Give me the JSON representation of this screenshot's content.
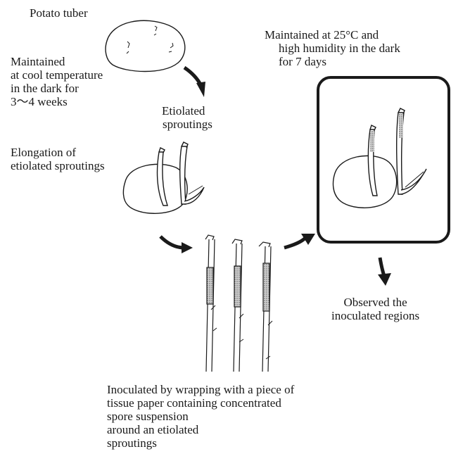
{
  "labels": {
    "potato_tuber": "Potato tuber",
    "cool_storage": [
      "Maintained",
      "at cool temperature",
      "in the dark for",
      "3〜4 weeks"
    ],
    "etiolated_sproutings": [
      "Etiolated",
      "sproutings"
    ],
    "elongation": [
      "Elongation of",
      "etiolated sproutings"
    ],
    "incubation": [
      "Maintained at 25°C and",
      "high humidity in the dark",
      "for 7 days"
    ],
    "observed": [
      "Observed the",
      "inoculated regions"
    ],
    "inoculated": [
      "Inoculated by wrapping with a piece of",
      "tissue paper containing concentrated",
      "spore suspension",
      "around an etiolated",
      "sproutings"
    ]
  }
}
